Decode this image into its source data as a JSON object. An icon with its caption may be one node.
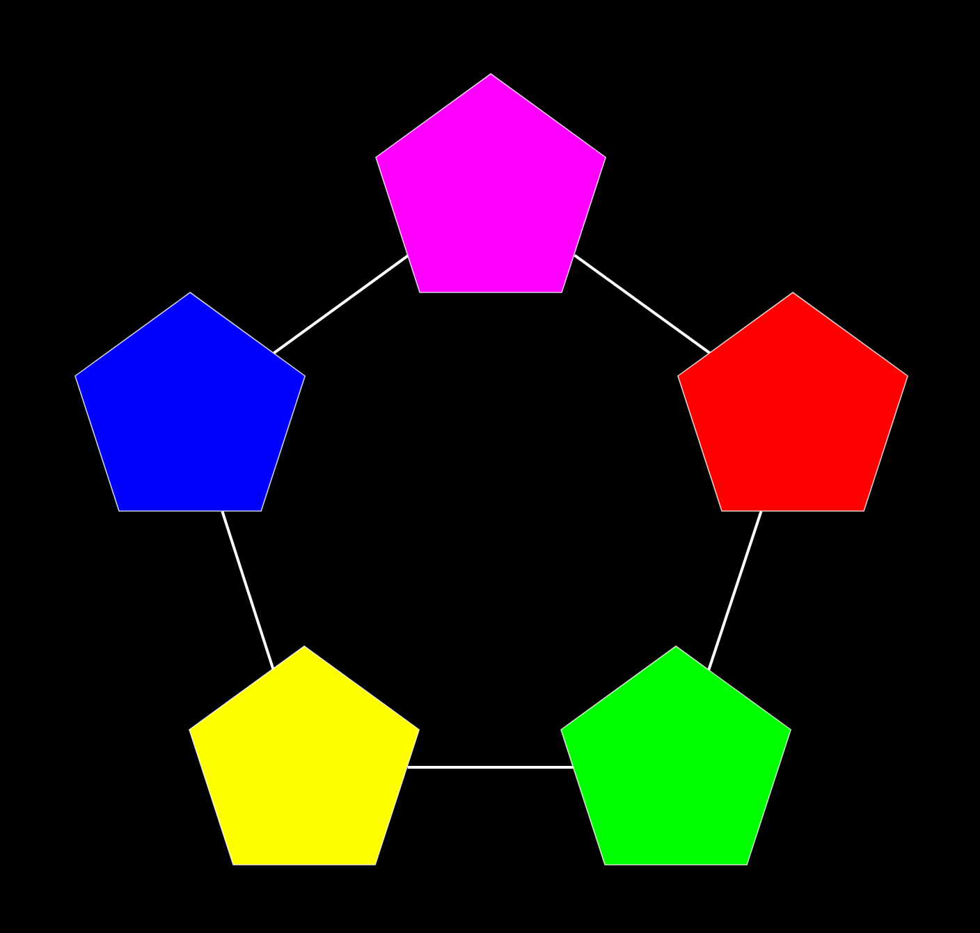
{
  "diagram": {
    "nodes": [
      {
        "text": [],
        "shape": "pentagon"
      },
      {
        "text": [],
        "shape": "pentagon"
      },
      {
        "text": [],
        "shape": "pentagon"
      },
      {
        "text": [],
        "shape": "pentagon"
      },
      {
        "text": [],
        "shape": "pentagon"
      }
    ],
    "edges": [
      {
        "from": 0,
        "to": 2,
        "arrow": "none"
      },
      {
        "from": 2,
        "to": 4,
        "arrow": "none"
      },
      {
        "from": 4,
        "to": 3,
        "arrow": "none"
      },
      {
        "from": 3,
        "to": 1,
        "arrow": "none"
      },
      {
        "from": 1,
        "to": 0,
        "arrow": "none"
      }
    ]
  }
}
